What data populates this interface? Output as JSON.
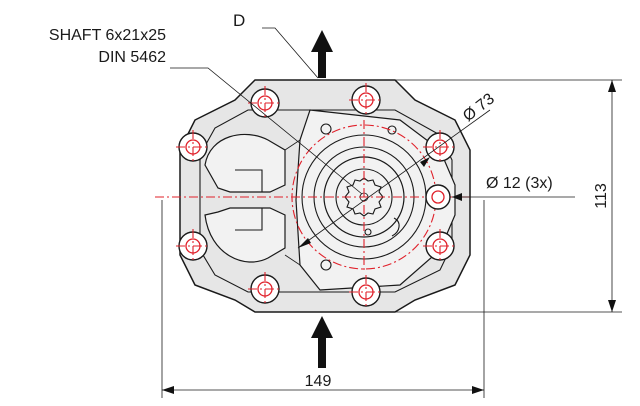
{
  "labels": {
    "port_letter": "D",
    "shaft_line1": "SHAFT 6x21x25",
    "shaft_line2": "DIN 5462",
    "bolt_circle_diameter": "Ø 73",
    "hole_diameter": "Ø 12 (3x)",
    "height_dimension": "113",
    "width_dimension": "149"
  }
}
